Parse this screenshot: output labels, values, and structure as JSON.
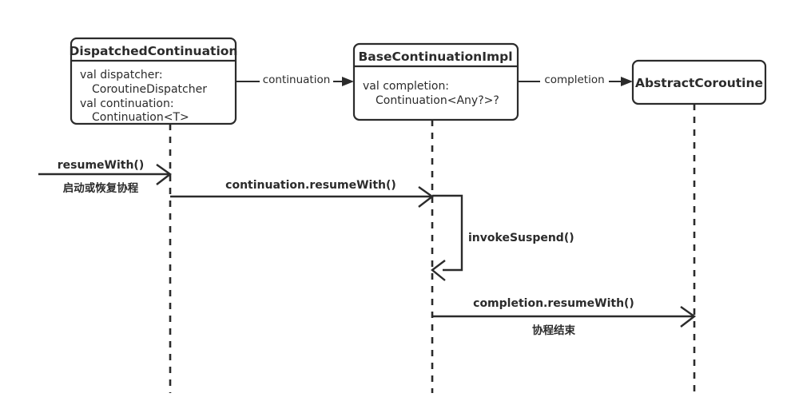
{
  "diagram": {
    "type": "uml-sequence-diagram",
    "background_color": "#ffffff",
    "stroke_color": "#2b2b2b",
    "participants": [
      {
        "id": "dispatched-continuation",
        "title": "DispatchedContinuation",
        "attributes": [
          "val dispatcher:",
          "CoroutineDispatcher",
          "val continuation:",
          "Continuation<T>"
        ]
      },
      {
        "id": "base-continuation-impl",
        "title": "BaseContinuationImpl",
        "attributes": [
          "val completion:",
          "Continuation<Any?>?"
        ]
      },
      {
        "id": "abstract-coroutine",
        "title": "AbstractCoroutine",
        "attributes": []
      }
    ],
    "associations": [
      {
        "id": "assoc-continuation",
        "label": "continuation",
        "from": "dispatched-continuation",
        "to": "base-continuation-impl"
      },
      {
        "id": "assoc-completion",
        "label": "completion",
        "from": "base-continuation-impl",
        "to": "abstract-coroutine"
      }
    ],
    "messages": [
      {
        "id": "msg-resume-with",
        "label": "resumeWith()",
        "sublabel": "启动或恢复协程",
        "from": "external",
        "to": "dispatched-continuation"
      },
      {
        "id": "msg-continuation-resume-with",
        "label": "continuation.resumeWith()",
        "sublabel": "",
        "from": "dispatched-continuation",
        "to": "base-continuation-impl"
      },
      {
        "id": "msg-invoke-suspend",
        "label": "invokeSuspend()",
        "sublabel": "",
        "from": "base-continuation-impl",
        "to": "base-continuation-impl",
        "self_call": true
      },
      {
        "id": "msg-completion-resume-with",
        "label": "completion.resumeWith()",
        "sublabel": "协程结束",
        "from": "base-continuation-impl",
        "to": "abstract-coroutine"
      }
    ]
  }
}
